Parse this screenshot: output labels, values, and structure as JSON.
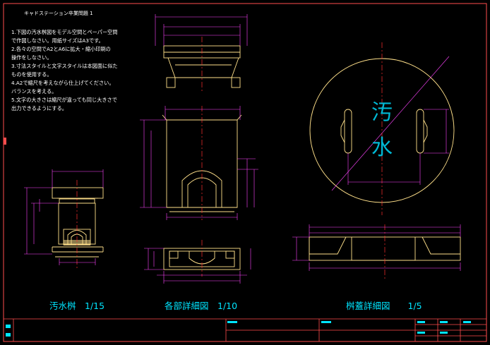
{
  "header": {
    "title": "キャドステーション卒業問題 1"
  },
  "instructions": [
    "1.下図の汚水桝図をモデル空間とペーパー空間",
    "で作図しなさい。用紙サイズはA3です。",
    "2.各々の空間でA2とA6に拡大・縮小印刷の",
    "操作をしなさい。",
    "3.寸法スタイルと文字スタイルは本図面に似た",
    "ものを使用する。",
    "4.A2で縮尺を考えながら仕上げてください。",
    "バランスを考える。",
    "5.文字の大きさは縮尺が違っても同じ大きさで",
    "出力できるようにする。"
  ],
  "titles": {
    "catch_basin": "汚水桝　1/15",
    "detail": "各部詳細図　1/10",
    "lid_detail": "桝蓋詳細図　　1/5"
  },
  "lid_text": {
    "char1": "汚",
    "char2": "水"
  },
  "colors": {
    "border": "#ff4d4d",
    "object": "#ffe08a",
    "dimension": "#ff44ff",
    "center": "#ff3030",
    "title_text": "#00e5ff",
    "title_block_marker": "#00e5ff"
  }
}
